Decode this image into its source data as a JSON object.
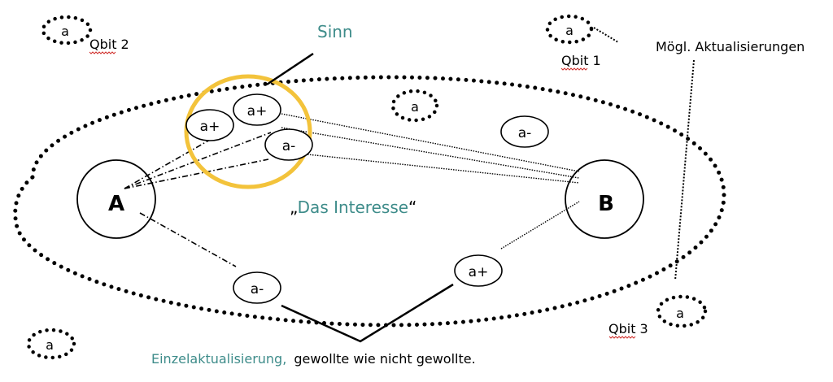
{
  "colors": {
    "teal_text": "#3e8c8a",
    "sense_circle": "#f3c33b",
    "line": "#000000",
    "spellcheck": "#d0312d"
  },
  "labels": {
    "sinn": "Sinn",
    "interest_open_quote": "„",
    "interest": "Das Interesse",
    "interest_close_quote": "“",
    "possible_updates": "Mögl. Aktualisierungen",
    "single_update": "Einzelaktualisierung,",
    "single_update_suffix": "gewollte wie nicht gewollte."
  },
  "nodes": {
    "a": "A",
    "b": "B"
  },
  "qbits": [
    {
      "label": "Qbit 2",
      "value": "a"
    },
    {
      "label": "Qbit 1",
      "value": "a"
    },
    {
      "label": "Qbit 3",
      "value": "a"
    },
    {
      "label": "",
      "value": "a"
    }
  ],
  "interior_dotted_a": "a",
  "actualizations": [
    {
      "id": "sense-a-plus-left",
      "value": "a+"
    },
    {
      "id": "sense-a-plus-top",
      "value": "a+"
    },
    {
      "id": "sense-a-minus",
      "value": "a-"
    },
    {
      "id": "right-a-minus",
      "value": "a-"
    },
    {
      "id": "bottom-a-minus",
      "value": "a-"
    },
    {
      "id": "bottom-a-plus",
      "value": "a+"
    }
  ]
}
